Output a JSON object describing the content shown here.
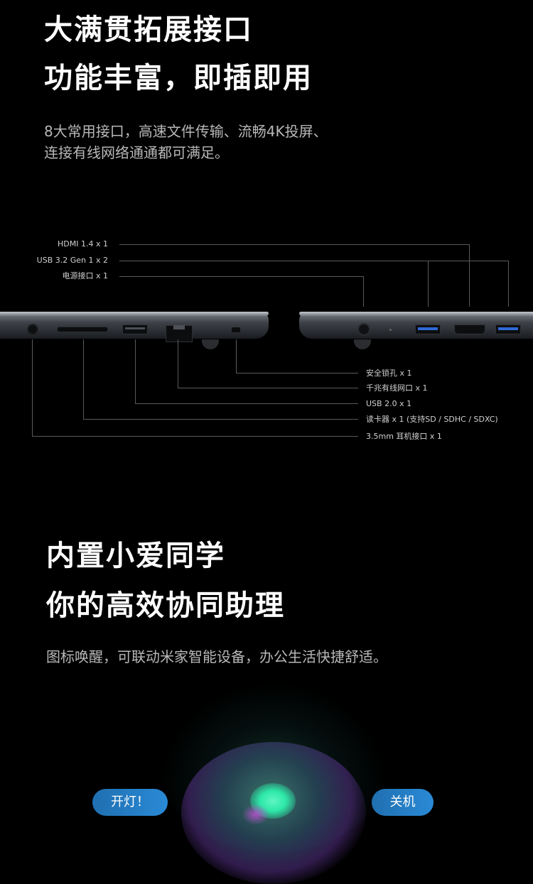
{
  "section_ports": {
    "title_line1": "大满贯拓展接口",
    "title_line2": "功能丰富，即插即用",
    "desc_line1": "8大常用接口，高速文件传输、流畅4K投屏、",
    "desc_line2": "连接有线网络通通都可满足。",
    "right_side_labels": [
      "HDMI 1.4 x 1",
      "USB 3.2 Gen 1 x 2",
      "电源接口 x 1"
    ],
    "left_side_labels": [
      "安全锁孔 x 1",
      "千兆有线网口 x 1",
      "USB 2.0 x 1",
      "读卡器 x 1 (支持SD / SDHC / SDXC)",
      "3.5mm 耳机接口 x 1"
    ]
  },
  "section_assistant": {
    "title_line1": "内置小爱同学",
    "title_line2": "你的高效协同助理",
    "desc": "图标唤醒，可联动米家智能设备，办公生活快捷舒适。",
    "bubble_left": "开灯！",
    "bubble_right": "关机"
  },
  "colors": {
    "background": "#000000",
    "bubble": "#2a8ad6",
    "usb3_port": "#2f6ad6",
    "glow_green": "#2de8a8",
    "glow_purple": "#8a3cd6"
  }
}
